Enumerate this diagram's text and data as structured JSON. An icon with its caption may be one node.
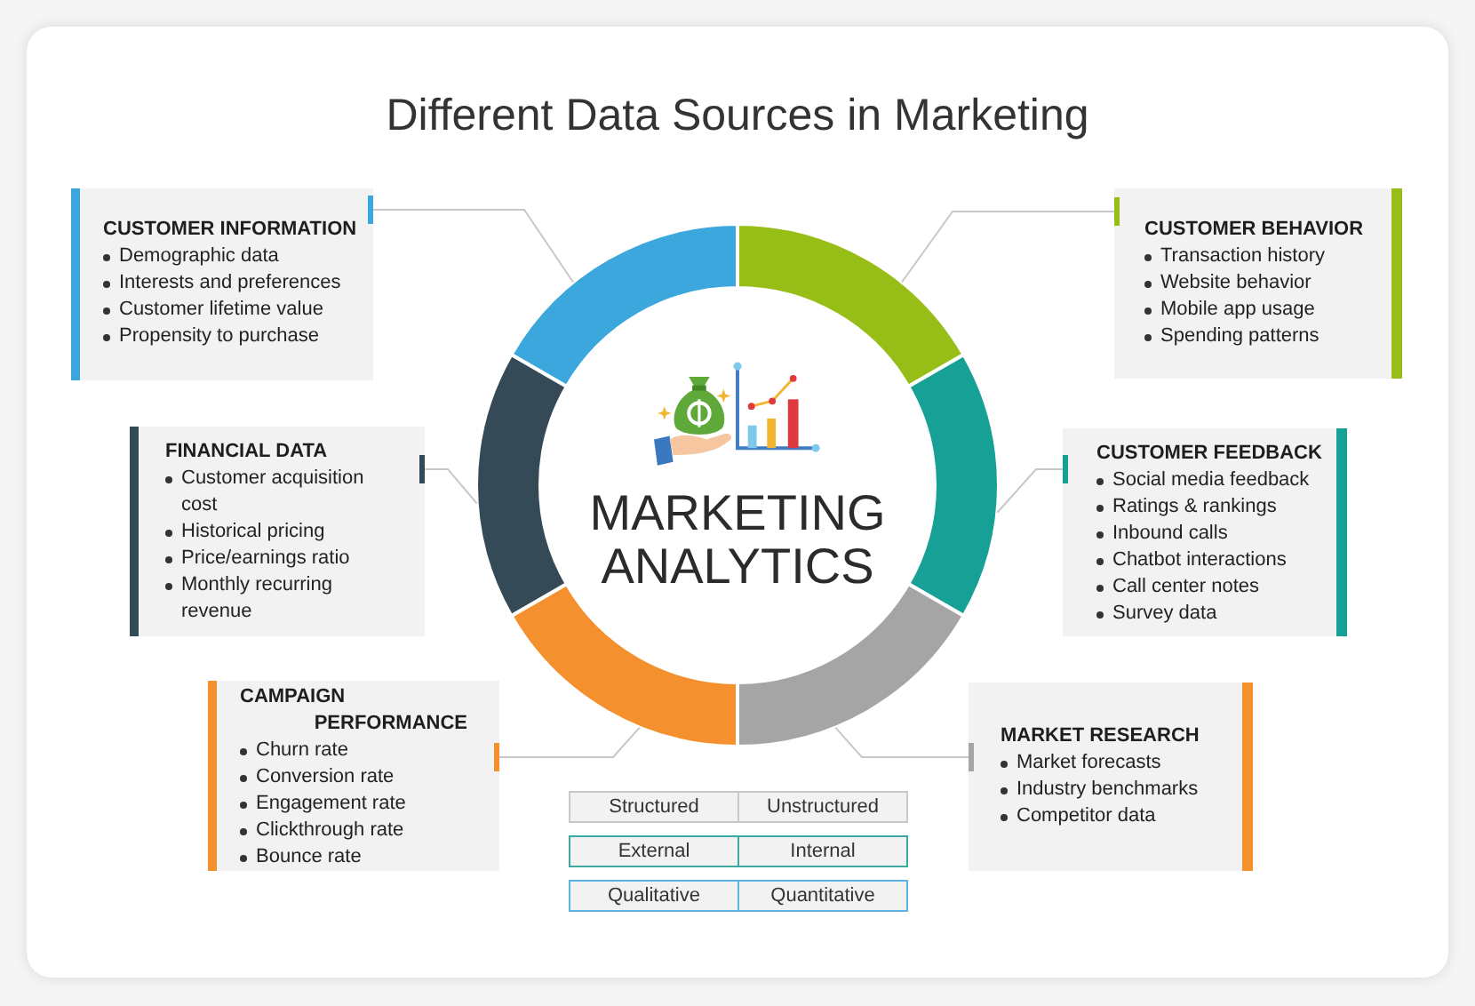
{
  "diagram": {
    "title": "Different Data Sources in Marketing",
    "nodes": [
      {
        "text": [
          "CUSTOMER INFORMATION",
          "Demographic data",
          "Interests and preferences",
          "Customer lifetime value",
          "Propensity to purchase"
        ]
      },
      {
        "text": [
          "CUSTOMER BEHAVIOR",
          "Transaction history",
          "Website behavior",
          "Mobile app usage",
          "Spending patterns"
        ]
      },
      {
        "text": [
          "FINANCIAL DATA",
          "Customer acquisition cost",
          "Historical pricing",
          "Price/earnings ratio",
          "Monthly recurring revenue"
        ]
      },
      {
        "text": [
          "CUSTOMER FEEDBACK",
          "Social media feedback",
          "Ratings & rankings",
          "Inbound calls",
          "Chatbot interactions",
          "Call center notes",
          "Survey data"
        ]
      },
      {
        "text": [
          "MARKETING ANALYTICS"
        ]
      },
      {
        "text": [
          "CAMPAIGN PERFORMANCE",
          "Churn rate",
          "Conversion rate",
          "Engagement rate",
          "Clickthrough rate",
          "Bounce rate"
        ]
      },
      {
        "text": [
          "MARKET RESEARCH",
          "Market forecasts",
          "Industry benchmarks",
          "Competitor data"
        ]
      },
      {
        "text": [],
        "shape": "arc"
      },
      {
        "text": [],
        "shape": "arc"
      },
      {
        "text": [],
        "shape": "arc"
      },
      {
        "text": [],
        "shape": "arc"
      },
      {
        "text": [],
        "shape": "arc"
      },
      {
        "text": [],
        "shape": "arc"
      }
    ],
    "edges": [
      {
        "from": 0,
        "to": 7,
        "arrow": "none"
      },
      {
        "from": 1,
        "to": 8,
        "arrow": "none"
      },
      {
        "from": 2,
        "to": 12,
        "arrow": "none"
      },
      {
        "from": 3,
        "to": 9,
        "arrow": "none"
      },
      {
        "from": 5,
        "to": 11,
        "arrow": "none"
      },
      {
        "from": 6,
        "to": 10,
        "arrow": "none"
      }
    ],
    "labels": [
      "Structured",
      "Unstructured",
      "External",
      "Internal",
      "Qualitative",
      "Quantitative"
    ]
  }
}
